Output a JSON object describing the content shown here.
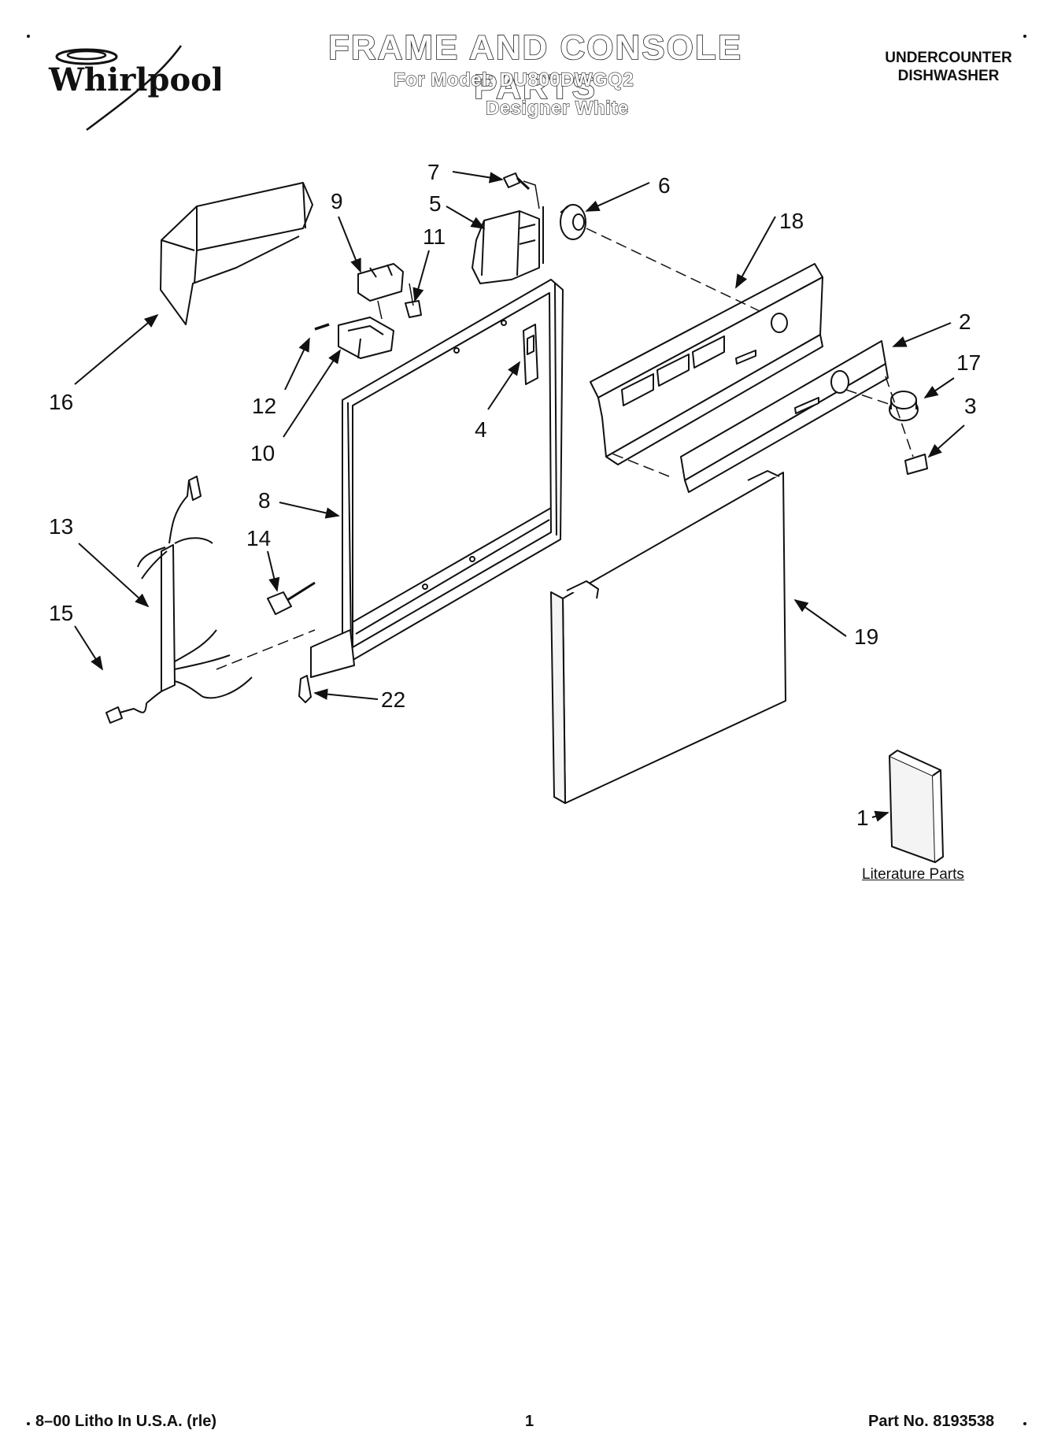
{
  "header": {
    "brand": "Whirlpool",
    "title": "FRAME AND CONSOLE PARTS",
    "model_line": "For Model: DU800DWGQ2",
    "variant": "Designer White",
    "product_type_line1": "UNDERCOUNTER",
    "product_type_line2": "DISHWASHER"
  },
  "callouts": {
    "c1": "1",
    "c2": "2",
    "c3": "3",
    "c4": "4",
    "c5": "5",
    "c6": "6",
    "c7": "7",
    "c8": "8",
    "c9": "9",
    "c10": "10",
    "c11": "11",
    "c12": "12",
    "c13": "13",
    "c14": "14",
    "c15": "15",
    "c16": "16",
    "c17": "17",
    "c18": "18",
    "c19": "19",
    "c22": "22"
  },
  "literature_label": "Literature Parts",
  "footer": {
    "left": "8–00 Litho In U.S.A. (rle)",
    "page": "1",
    "part_number": "Part No. 8193538"
  },
  "colors": {
    "ink": "#111111",
    "paper": "#ffffff",
    "panel_fill": "#f4f4f4"
  }
}
